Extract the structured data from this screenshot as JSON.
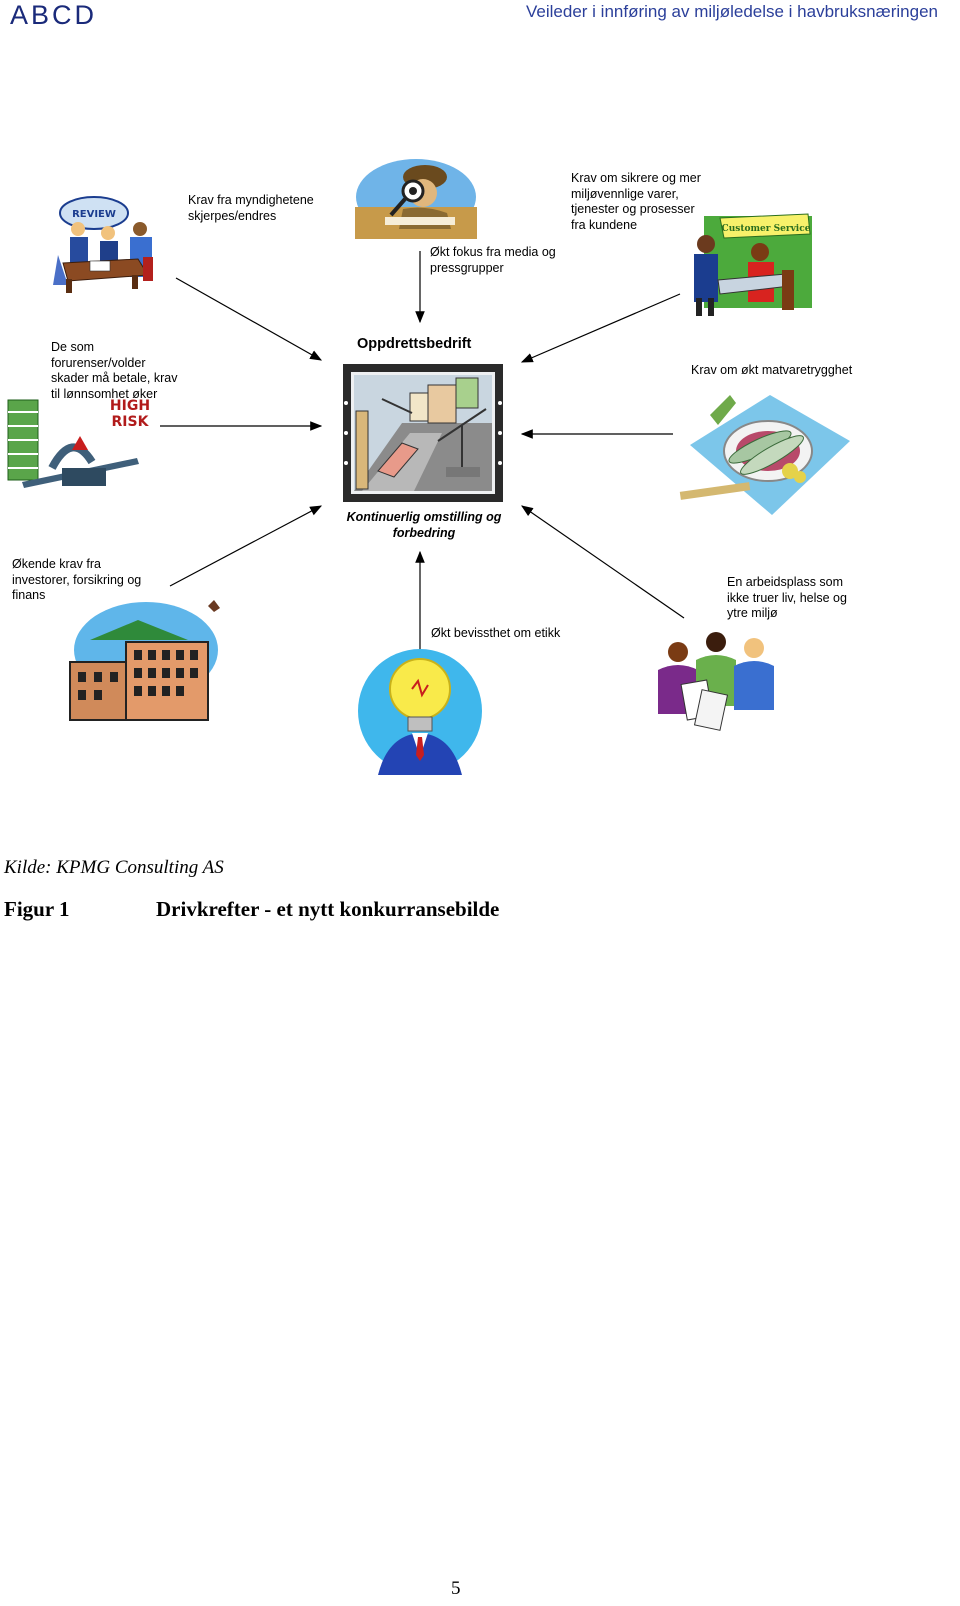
{
  "header": {
    "logo": "ABCD",
    "title": "Veileder i innføring av miljøledelse i havbruksnæringen"
  },
  "diagram": {
    "center": {
      "title": "Oppdrettsbedrift",
      "subtitle": "Kontinuerlig omstilling og forbedring"
    },
    "labels": {
      "authorities": "Krav fra myndighetene skjerpes/endres",
      "media": "Økt fokus fra media og pressgrupper",
      "customers": "Krav om sikrere og mer miljøvennlige varer, tjenester og prosesser fra kundene",
      "polluters": "De som forurenser/volder skader må betale, krav til lønnsomhet øker",
      "food_safety": "Krav om økt matvaretrygghet",
      "investors": "Økende krav fra investorer, forsikring og finans",
      "ethics": "Økt bevissthet om etikk",
      "workplace": "En arbeidsplass som ikke truer liv, helse og ytre miljø"
    },
    "clipart_text": {
      "review_sign": "REVIEW",
      "customer_service": "Customer Service",
      "high_risk_1": "HIGH",
      "high_risk_2": "RISK"
    }
  },
  "caption": {
    "source": "Kilde: KPMG Consulting AS",
    "figure_number": "Figur 1",
    "figure_title": "Drivkrefter - et nytt konkurransebilde"
  },
  "page_number": "5"
}
